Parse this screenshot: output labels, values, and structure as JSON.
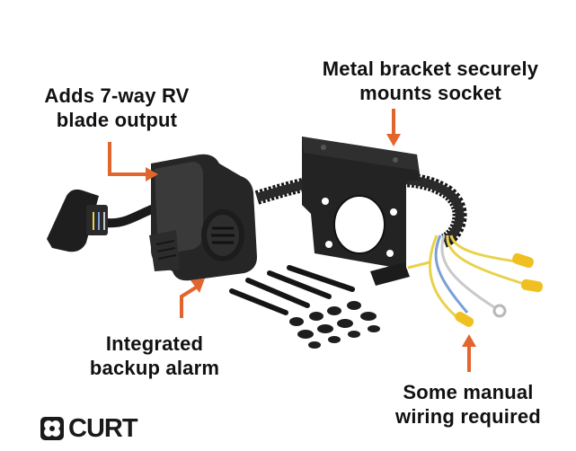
{
  "callouts": {
    "rv_output": [
      "Adds 7-way RV",
      "blade output"
    ],
    "bracket": [
      "Metal bracket securely",
      "mounts socket"
    ],
    "alarm": [
      "Integrated",
      "backup alarm"
    ],
    "wiring": [
      "Some manual",
      "wiring required"
    ]
  },
  "brand": {
    "name": "CURT",
    "logo_color": "#1a1a1a"
  },
  "accent_color": "#e2652d"
}
